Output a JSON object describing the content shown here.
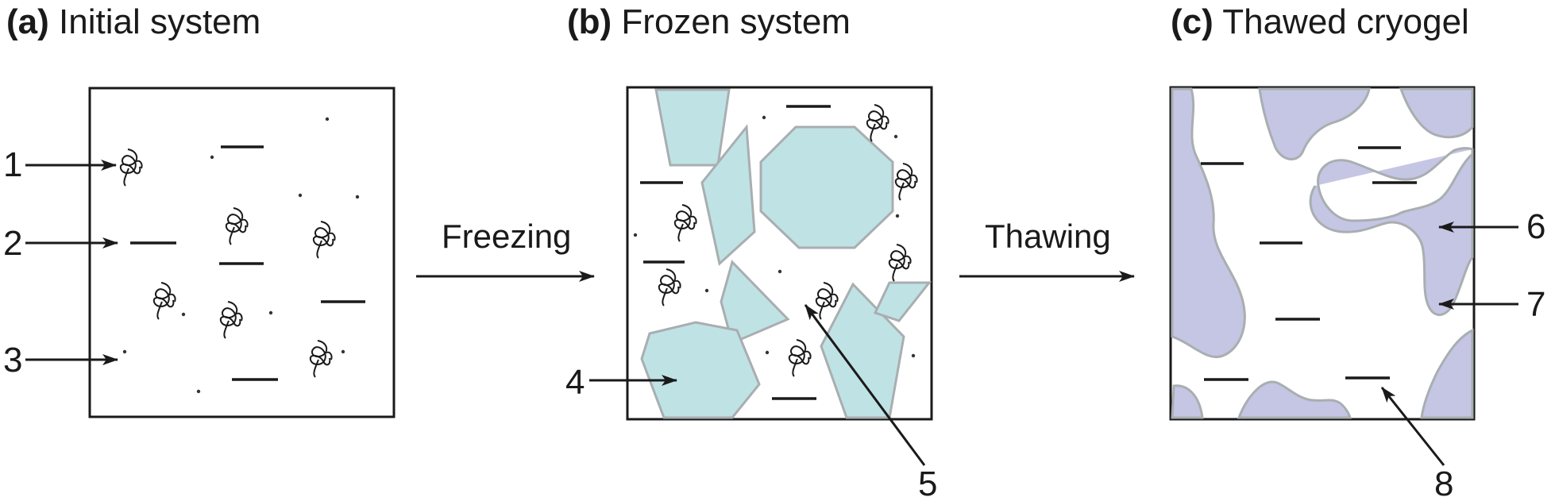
{
  "panels": [
    {
      "letter": "(a)",
      "title": "Initial system"
    },
    {
      "letter": "(b)",
      "title": "Frozen system"
    },
    {
      "letter": "(c)",
      "title": "Thawed cryogel"
    }
  ],
  "steps": {
    "freezing": "Freezing",
    "thawing": "Thawing"
  },
  "callouts": [
    "1",
    "2",
    "3",
    "4",
    "5",
    "6",
    "7",
    "8"
  ],
  "colors": {
    "ice": "#bfe2e5",
    "gel": "#c5c5e4",
    "outline": "#1a1a1a"
  }
}
